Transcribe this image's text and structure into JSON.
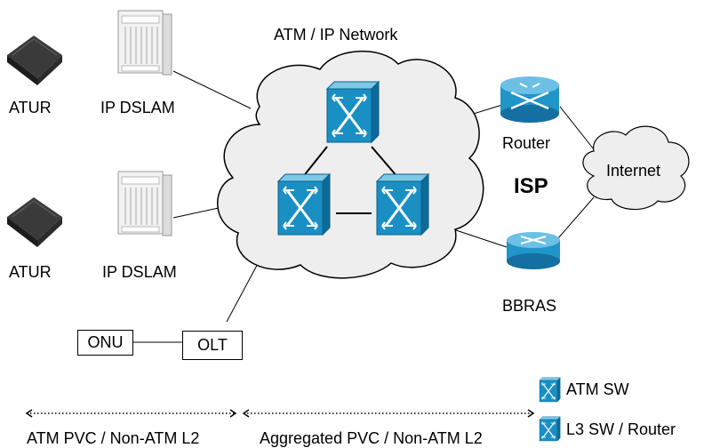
{
  "title": "ATM / IP Network",
  "nodes": {
    "atur_top": "ATUR",
    "dslam_top": "IP DSLAM",
    "atur_bottom": "ATUR",
    "dslam_bottom": "IP DSLAM",
    "router": "Router",
    "isp": "ISP",
    "internet": "Internet",
    "bbras": "BBRAS",
    "onu": "ONU",
    "olt": "OLT"
  },
  "legend": {
    "atm_sw": "ATM SW",
    "l3_sw": "L3 SW / Router"
  },
  "segments": {
    "left": "ATM PVC / Non-ATM L2",
    "right": "Aggregated PVC / Non-ATM L2"
  },
  "colors": {
    "switch_front": "#1a8fc4",
    "switch_top": "#7ec8e8",
    "switch_side": "#0d6a99",
    "cloud_fill": "#eeeeee",
    "router_body": "#1f95c8"
  }
}
